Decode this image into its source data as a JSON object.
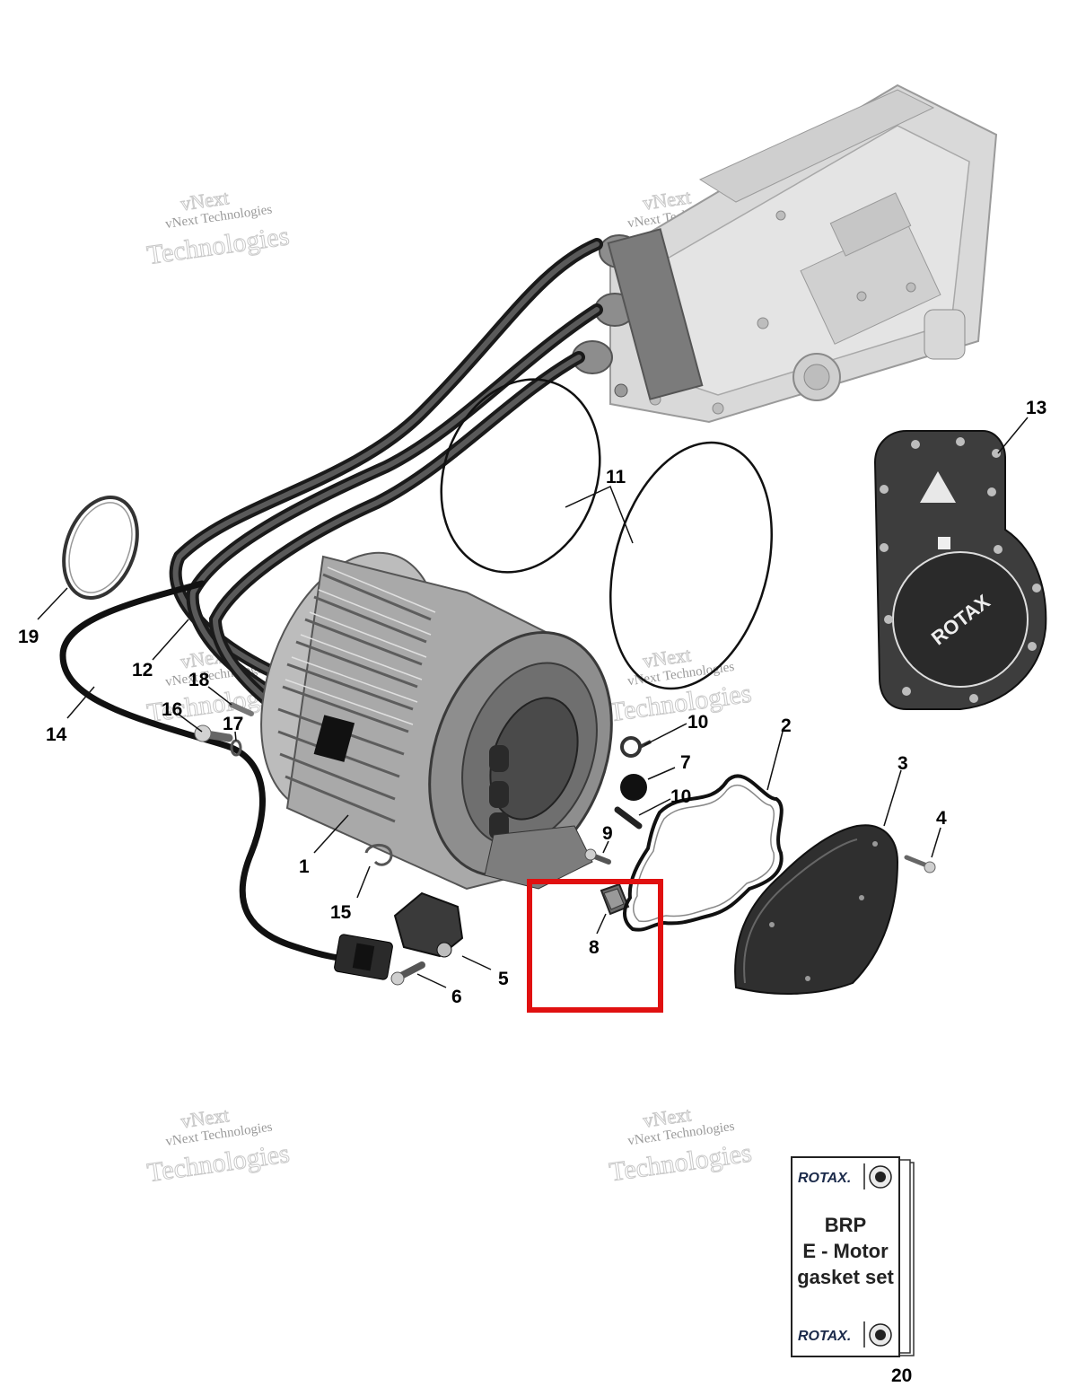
{
  "watermark": {
    "line1": "vNext",
    "line2": "vNext Technologies",
    "line3": "Technologies"
  },
  "callouts": [
    "1",
    "2",
    "3",
    "4",
    "5",
    "6",
    "7",
    "8",
    "9",
    "10",
    "10",
    "11",
    "12",
    "13",
    "14",
    "15",
    "16",
    "17",
    "18",
    "19",
    "20"
  ],
  "booklet": {
    "brand_top": "ROTAX.",
    "brand_bottom": "ROTAX.",
    "title_line1": "BRP",
    "title_line2": "E - Motor",
    "title_line3": "gasket set"
  },
  "cover": {
    "logo_text": "ROTAX"
  },
  "highlight": {
    "color": "#e01010",
    "target_part": "8"
  },
  "colors": {
    "part_dark": "#3a3a3a",
    "part_mid": "#8a8a8a",
    "part_light": "#d6d6d6",
    "cable": "#1a1a1a"
  }
}
